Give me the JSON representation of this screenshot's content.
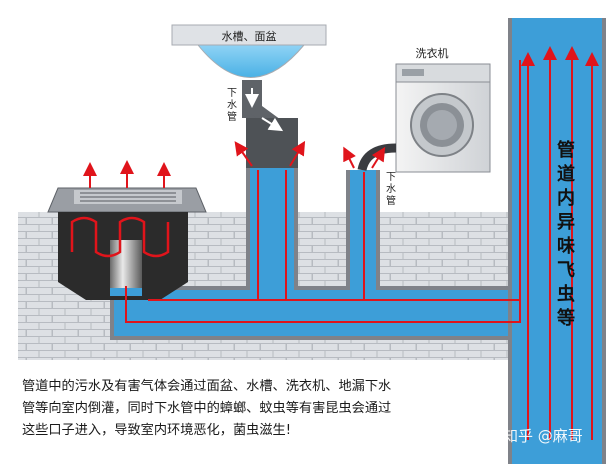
{
  "labels": {
    "sink": "水槽、面盆",
    "washer": "洗衣机",
    "drain_pipe_left": "下水管",
    "drain_pipe_right": "下水管",
    "vertical_title": [
      "管",
      "道",
      "内",
      "异",
      "味",
      "飞",
      "虫",
      "等"
    ]
  },
  "caption_lines": [
    "管道中的污水及有害气体会通过面盆、水槽、洗衣机、地漏下水",
    "管等向室内倒灌，同时下水管中的蟑螂、蚊虫等有害昆虫会通过",
    "这些口子进入，导致室内环境恶化，菌虫滋生!"
  ],
  "watermark": "知乎 @麻哥",
  "colors": {
    "water": "#3d9ed8",
    "pipe_wall": "#7f8289",
    "arrow_red": "#e0141b",
    "brick": "#dde0e4",
    "floor_drain": "#2b2b2b",
    "sink_basin": "#dfe2e6"
  }
}
